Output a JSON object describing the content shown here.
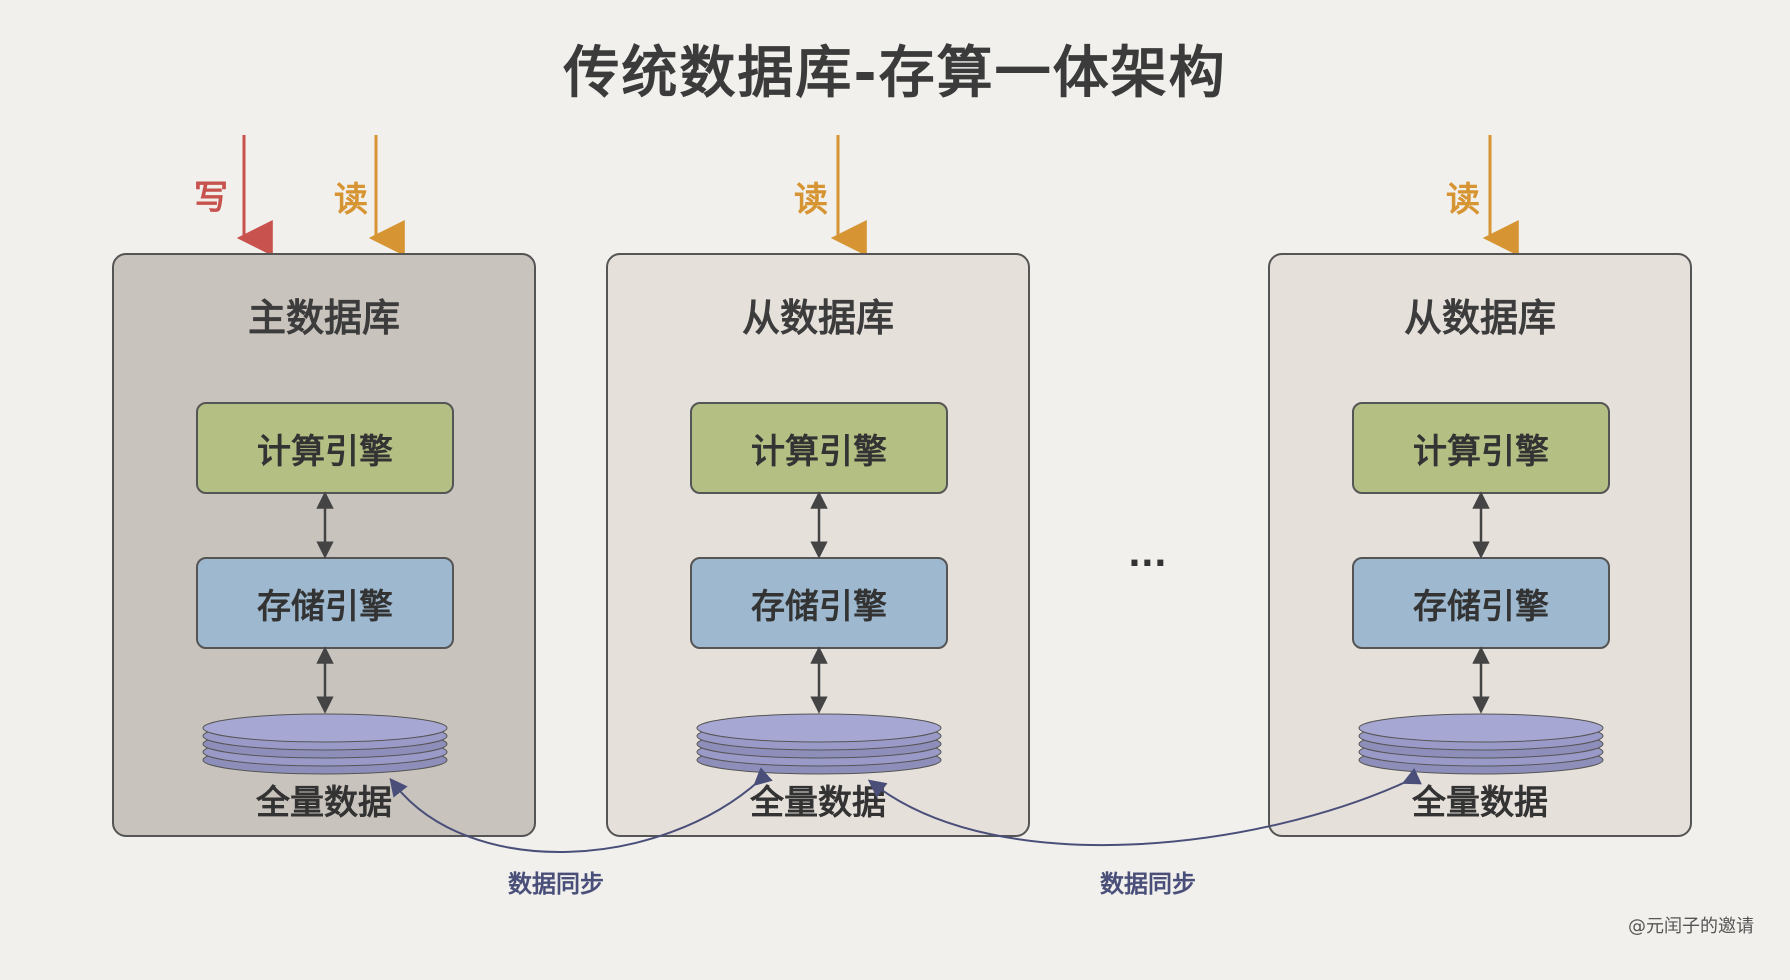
{
  "title": "传统数据库-存算一体架构",
  "ops": {
    "write": "写",
    "read": "读"
  },
  "nodes": [
    {
      "name": "主数据库",
      "compute": "计算引擎",
      "storage": "存储引擎",
      "data": "全量数据"
    },
    {
      "name": "从数据库",
      "compute": "计算引擎",
      "storage": "存储引擎",
      "data": "全量数据"
    },
    {
      "name": "从数据库",
      "compute": "计算引擎",
      "storage": "存储引擎",
      "data": "全量数据"
    }
  ],
  "ellipsis": "...",
  "sync": [
    "数据同步",
    "数据同步"
  ],
  "watermark": "@元闰子的邀请",
  "colors": {
    "write": "#c8524e",
    "read": "#d79433",
    "master_panel": "#c8c3bd",
    "slave_panel": "#e6e0db",
    "compute": "#b4c083",
    "storage": "#9db8cf",
    "disk": "#9a9ac8",
    "sync": "#4a4f7a"
  }
}
